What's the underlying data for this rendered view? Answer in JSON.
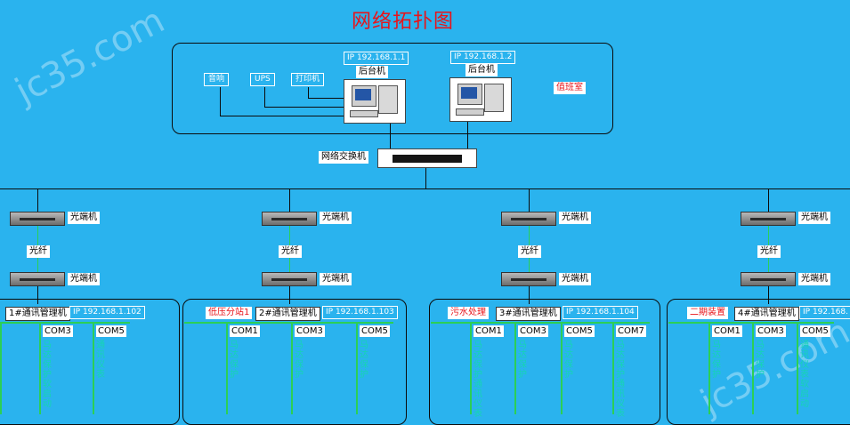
{
  "title": "网络拓扑图",
  "watermark": "jc35.com",
  "office": {
    "duty_room": "值班室",
    "peripherals": [
      "音响",
      "UPS",
      "打印机"
    ],
    "servers": [
      {
        "ip": "IP 192.168.1.1",
        "label": "后台机"
      },
      {
        "ip": "IP 192.168.1.2",
        "label": "后台机"
      }
    ]
  },
  "switch_label": "网络交换机",
  "fiber": {
    "optical_terminal": "光端机",
    "fiber": "光纤"
  },
  "stations": [
    {
      "name": "",
      "manager": "1#通讯管理机",
      "ip": "IP 192.168.1.102",
      "ports": [
        {
          "com": "",
          "text": ""
        },
        {
          "com": "COM3",
          "text": "马达保护软启动"
        },
        {
          "com": "COM5",
          "text": "通讯仪表"
        }
      ]
    },
    {
      "name": "低压分站1",
      "manager": "2#通讯管理机",
      "ip": "IP 192.168.1.103",
      "ports": [
        {
          "com": "COM1",
          "text": "马达保护"
        },
        {
          "com": "COM3",
          "text": "马达保护"
        },
        {
          "com": "COM5",
          "text": "马达保护"
        }
      ]
    },
    {
      "name": "污水处理",
      "manager": "3#通讯管理机",
      "ip": "IP 192.168.1.104",
      "ports": [
        {
          "com": "COM1",
          "text": "马达保护通讯仪表"
        },
        {
          "com": "COM3",
          "text": "马达保护"
        },
        {
          "com": "COM5",
          "text": "马达保护"
        },
        {
          "com": "COM7",
          "text": "马达保护通讯仪表"
        }
      ]
    },
    {
      "name": "二期装置",
      "manager": "4#通讯管理机",
      "ip": "IP 192.168.",
      "ports": [
        {
          "com": "COM1",
          "text": "马达保护"
        },
        {
          "com": "COM3",
          "text": "马达保护"
        },
        {
          "com": "COM5",
          "text": "通讯仪表软启动"
        }
      ]
    }
  ]
}
